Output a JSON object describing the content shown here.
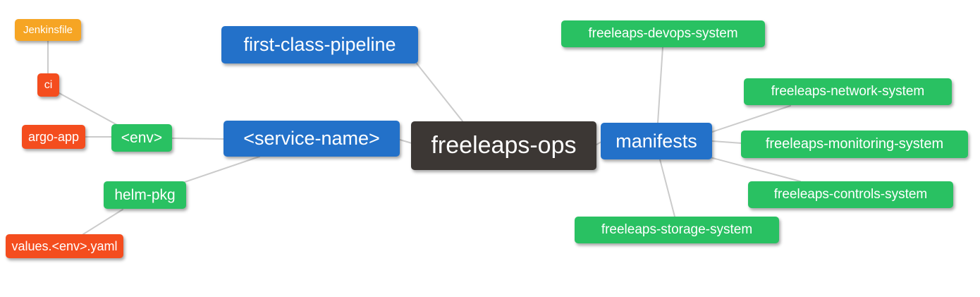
{
  "diagram": {
    "type": "mindmap",
    "root_label": "freeleaps-ops",
    "palette": {
      "orange": "#f6a524",
      "red": "#f44d1e",
      "green": "#29c162",
      "blue": "#2371c9",
      "dark": "#3c3734",
      "edge_line": "#cbcbcb",
      "node_text": "#ffffff",
      "background": "#ffffff"
    },
    "nodes": [
      {
        "id": "jenkinsfile",
        "label": "Jenkinsfile",
        "color": "orange"
      },
      {
        "id": "ci",
        "label": "ci",
        "color": "red"
      },
      {
        "id": "argo-app",
        "label": "argo-app",
        "color": "red"
      },
      {
        "id": "env",
        "label": "<env>",
        "color": "green"
      },
      {
        "id": "helm-pkg",
        "label": "helm-pkg",
        "color": "green"
      },
      {
        "id": "values-env-yaml",
        "label": "values.<env>.yaml",
        "color": "red"
      },
      {
        "id": "first-class-pipeline",
        "label": "first-class-pipeline",
        "color": "blue"
      },
      {
        "id": "service-name",
        "label": "<service-name>",
        "color": "blue"
      },
      {
        "id": "freeleaps-ops",
        "label": "freeleaps-ops",
        "color": "dark"
      },
      {
        "id": "manifests",
        "label": "manifests",
        "color": "blue"
      },
      {
        "id": "freeleaps-devops-system",
        "label": "freeleaps-devops-system",
        "color": "green"
      },
      {
        "id": "freeleaps-network-system",
        "label": "freeleaps-network-system",
        "color": "green"
      },
      {
        "id": "freeleaps-monitoring-system",
        "label": "freeleaps-monitoring-system",
        "color": "green"
      },
      {
        "id": "freeleaps-controls-system",
        "label": "freeleaps-controls-system",
        "color": "green"
      },
      {
        "id": "freeleaps-storage-system",
        "label": "freeleaps-storage-system",
        "color": "green"
      }
    ],
    "edges": [
      {
        "from": "jenkinsfile",
        "to": "ci"
      },
      {
        "from": "ci",
        "to": "env"
      },
      {
        "from": "argo-app",
        "to": "env"
      },
      {
        "from": "env",
        "to": "service-name"
      },
      {
        "from": "helm-pkg",
        "to": "service-name"
      },
      {
        "from": "values-env-yaml",
        "to": "helm-pkg"
      },
      {
        "from": "first-class-pipeline",
        "to": "freeleaps-ops"
      },
      {
        "from": "service-name",
        "to": "freeleaps-ops"
      },
      {
        "from": "freeleaps-ops",
        "to": "manifests"
      },
      {
        "from": "manifests",
        "to": "freeleaps-devops-system"
      },
      {
        "from": "manifests",
        "to": "freeleaps-network-system"
      },
      {
        "from": "manifests",
        "to": "freeleaps-monitoring-system"
      },
      {
        "from": "manifests",
        "to": "freeleaps-controls-system"
      },
      {
        "from": "manifests",
        "to": "freeleaps-storage-system"
      }
    ]
  }
}
